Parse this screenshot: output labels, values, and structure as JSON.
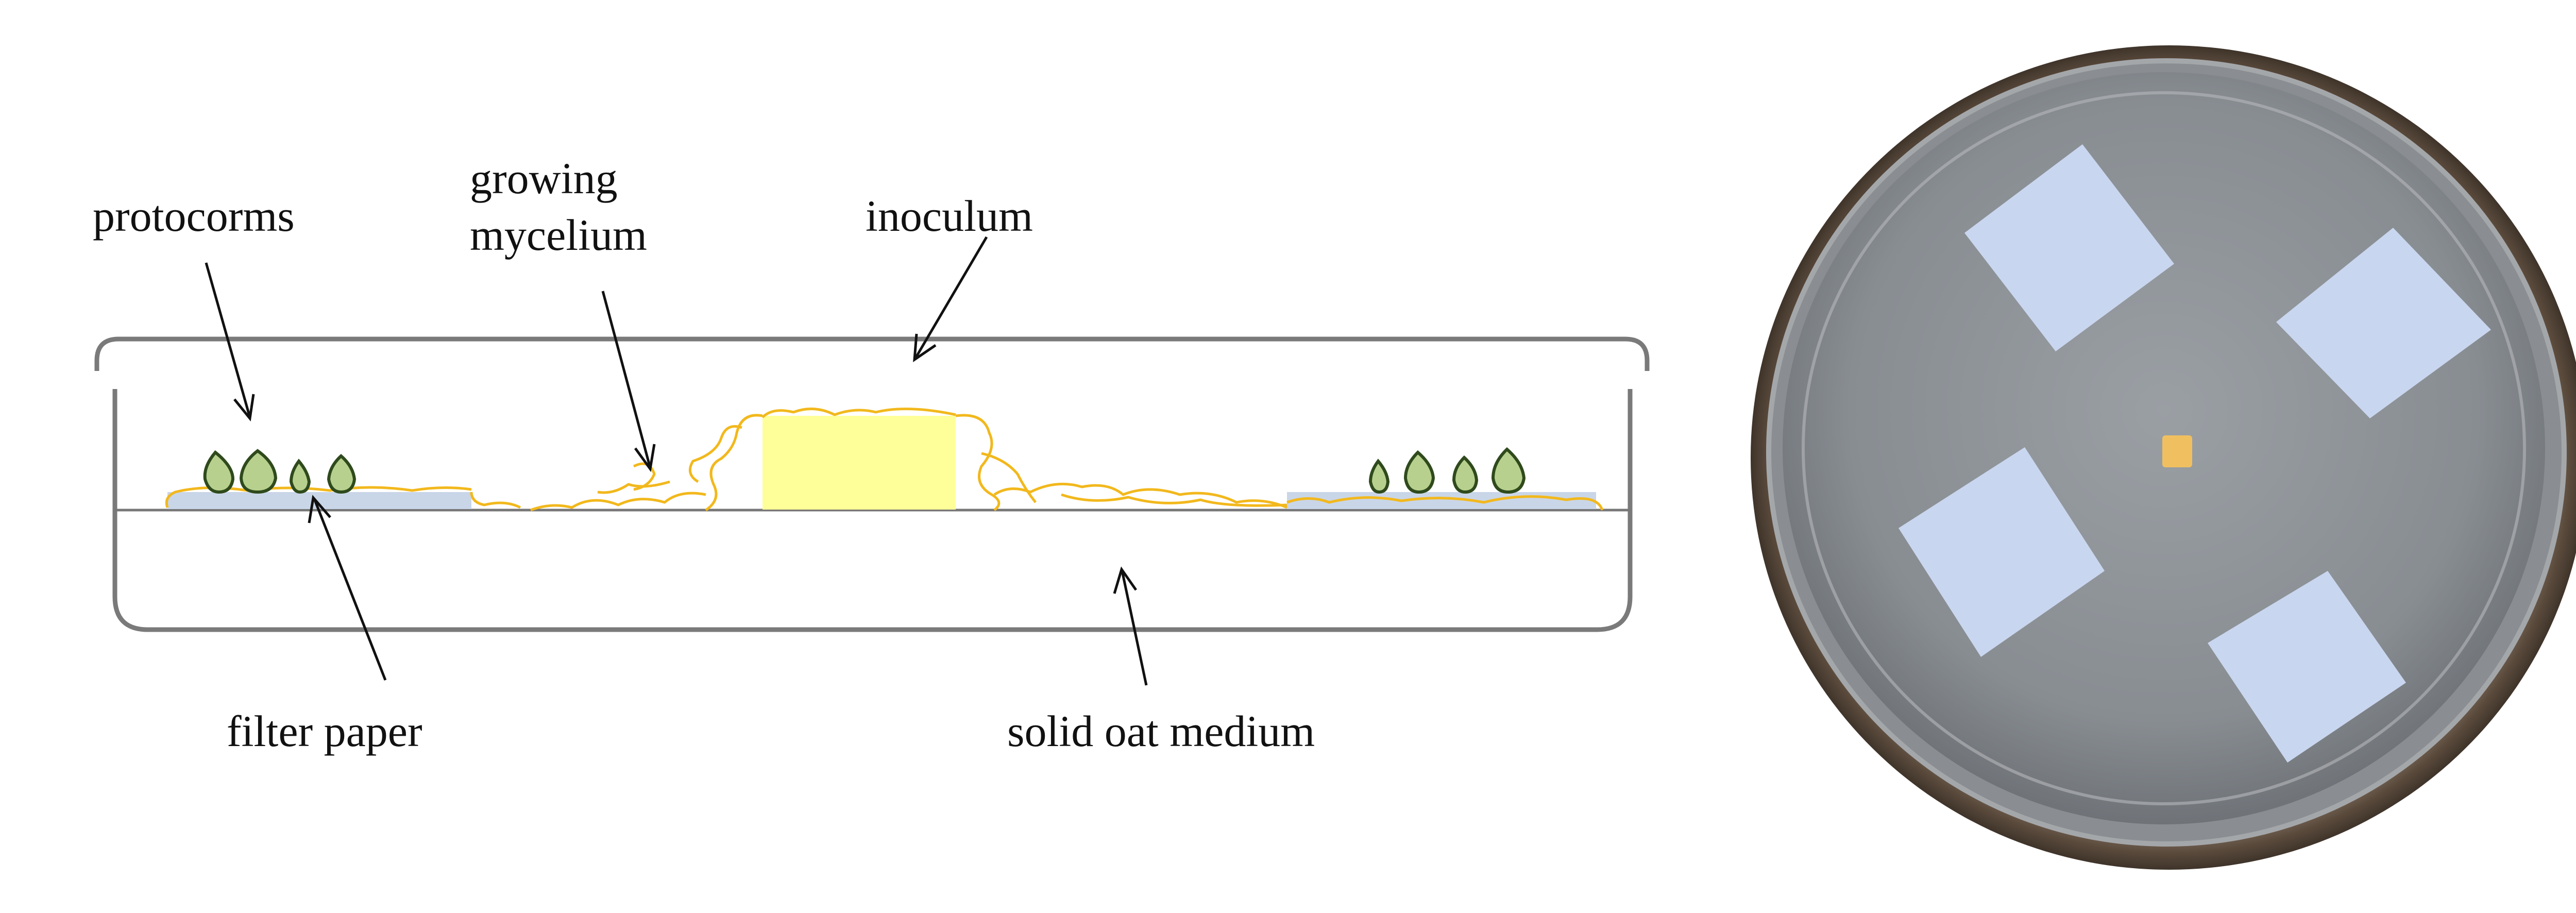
{
  "labels": {
    "protocorms": "protocorms",
    "growing_line1": "growing",
    "growing_line2": "mycelium",
    "inoculum": "inoculum",
    "filter_paper": "filter paper",
    "solid_oat_medium": "solid oat medium"
  },
  "colors": {
    "dish_outline": "#7a7a7a",
    "mycelium": "#f2b81c",
    "inoculum_fill": "#ffff99",
    "filter_paper": "#c9d6e8",
    "protocorm_fill": "#b8d08e",
    "protocorm_stroke": "#2f4a1c",
    "photo_dish_rim": "#6b5a4a",
    "photo_agar": "#8e9398",
    "photo_paper": "#c9d6ef",
    "photo_inoculum": "#f0c060"
  },
  "photo": {
    "filter_paper_count": 4
  }
}
